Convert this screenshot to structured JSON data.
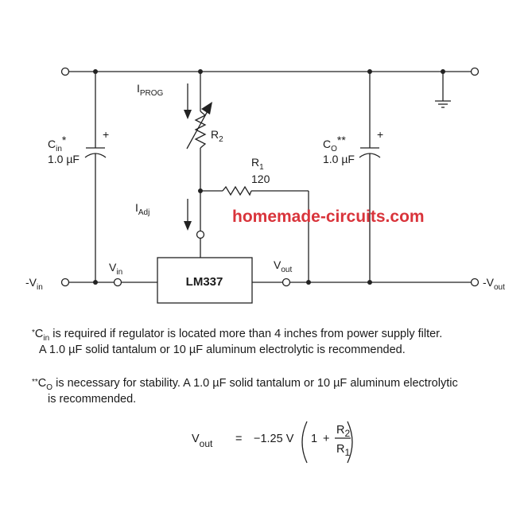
{
  "labels": {
    "i_prog": "I",
    "i_prog_sub": "PROG",
    "r2": "R",
    "r2_sub": "2",
    "r1": "R",
    "r1_sub": "1",
    "r1_value": "120",
    "i_adj": "I",
    "i_adj_sub": "Adj",
    "cin": "C",
    "cin_sub": "in",
    "cin_mark": "*",
    "cin_value": "1.0 µF",
    "co": "C",
    "co_sub": "O",
    "co_mark": "**",
    "co_value": "1.0 µF",
    "plus": "+",
    "vin_pin": "V",
    "vin_pin_sub": "in",
    "vout_pin": "V",
    "vout_pin_sub": "out",
    "neg_vin": "-V",
    "neg_vin_sub": "in",
    "neg_vout": "-V",
    "neg_vout_sub": "out",
    "ic": "LM337"
  },
  "watermark": "homemade-circuits.com",
  "notes": {
    "n1_mark": "*",
    "n1_c": "C",
    "n1_sub": "in",
    "n1_line1": " is required if regulator is located more than 4 inches from power supply filter.",
    "n1_line2": "A 1.0 µF solid tantalum or 10 µF aluminum electrolytic is recommended.",
    "n2_mark": "**",
    "n2_c": "C",
    "n2_sub": "O",
    "n2_line1": " is necessary for stability. A 1.0 µF solid tantalum or 10 µF aluminum electrolytic",
    "n2_line2": "is recommended."
  },
  "formula": {
    "lhs": "V",
    "lhs_sub": "out",
    "eq": "=",
    "coef": "−1.25 V",
    "one": "1",
    "plus": "+",
    "num": "R",
    "num_sub": "2",
    "den": "R",
    "den_sub": "1"
  }
}
